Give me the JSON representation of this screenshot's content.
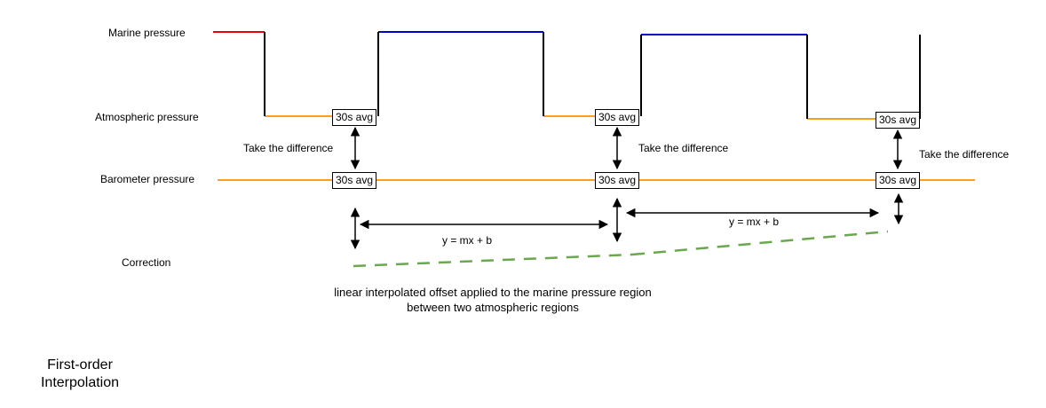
{
  "rows": {
    "marine": "Marine pressure",
    "atmospheric": "Atmospheric pressure",
    "barometer": "Barometer pressure",
    "correction": "Correction"
  },
  "box_label": "30s avg",
  "difference_label": "Take the difference",
  "equation": "y = mx + b",
  "caption_line1": "linear interpolated offset applied to the marine pressure region",
  "caption_line2": "between two atmospheric regions",
  "title_line1": "First-order",
  "title_line2": "Interpolation",
  "colors": {
    "initial": "#e8000b",
    "marine": "#0000cc",
    "atmospheric": "#ff9f1c",
    "barometer": "#ff9f1c",
    "correction": "#6aa84f",
    "structure": "#000000"
  }
}
